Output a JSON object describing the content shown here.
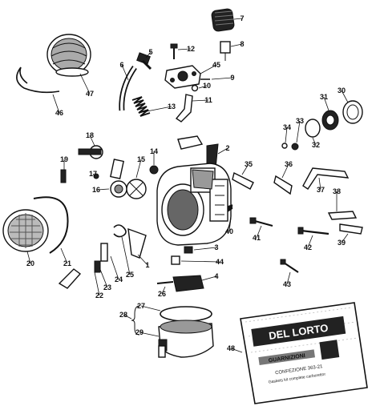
{
  "callouts": [
    "1",
    "2",
    "3",
    "4",
    "5",
    "6",
    "7",
    "8",
    "9",
    "10",
    "11",
    "12",
    "13",
    "14",
    "15",
    "16",
    "17",
    "18",
    "19",
    "20",
    "21",
    "22",
    "23",
    "24",
    "25",
    "26",
    "27",
    "28",
    "29",
    "30",
    "31",
    "32",
    "33",
    "34",
    "35",
    "36",
    "37",
    "38",
    "39",
    "40",
    "41",
    "42",
    "43",
    "44",
    "45",
    "46",
    "47",
    "48"
  ],
  "package": {
    "brand": "DEL LORTO",
    "line1": "GUARNIZIONI",
    "line2": "CONFEZIONE  363-21",
    "line3": "Gaskets kit complete carburettor"
  }
}
